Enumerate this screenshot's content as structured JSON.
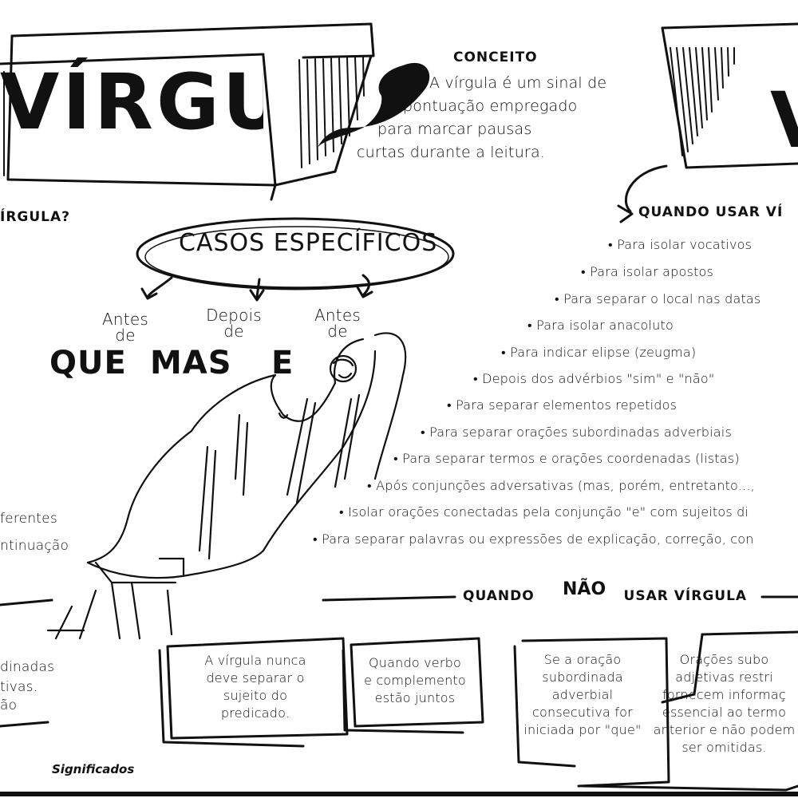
{
  "title": {
    "main": "VÍRGULA",
    "right_fragment": "V"
  },
  "concept": {
    "heading": "CONCEITO",
    "lines": [
      "A vírgula é um sinal de",
      "pontuação empregado",
      "para marcar pausas",
      "curtas durante a leitura."
    ]
  },
  "left_question_fragment": "ÍRGULA?",
  "usage": {
    "heading": "QUANDO USAR VÍ",
    "rules": [
      "• Para isolar vocativos",
      "• Para isolar apostos",
      "• Para separar o local nas datas",
      "• Para isolar anacoluto",
      "• Para indicar elipse (zeugma)",
      "• Depois dos advérbios \"sim\" e \"não\"",
      "• Para separar elementos repetidos",
      "• Para separar orações subordinadas adverbiais",
      "• Para separar termos e orações coordenadas (listas)",
      "• Após conjunções adversativas (mas, porém, entretanto...,",
      "• Isolar orações conectadas pela conjunção \"e\" com sujeitos di",
      "• Para separar palavras ou expressões de explicação, correção, con"
    ]
  },
  "specific_cases": {
    "heading": "CASOS ESPECÍFICOS",
    "items": [
      {
        "prefix_line1": "Antes",
        "prefix_line2": "de",
        "word": "QUE"
      },
      {
        "prefix_line1": "Depois",
        "prefix_line2": "de",
        "word": "MAS"
      },
      {
        "prefix_line1": "Antes",
        "prefix_line2": "de",
        "word": "E"
      }
    ]
  },
  "left_fragments": [
    "ferentes",
    "ntinuação",
    "dinadas",
    "tivas.",
    "ão"
  ],
  "not_usage": {
    "heading_prefix": "QUANDO",
    "heading_word": "NÃO",
    "heading_suffix": "USAR VÍRGULA",
    "boxes": [
      {
        "lines": [
          "A vírgula nunca",
          "deve separar o",
          "sujeito do",
          "predicado."
        ]
      },
      {
        "lines": [
          "Quando verbo",
          "e complemento",
          "estão juntos"
        ]
      },
      {
        "lines": [
          "Se a oração",
          "subordinada",
          "adverbial",
          "consecutiva for",
          "iniciada por \"que\""
        ]
      },
      {
        "lines": [
          "Orações subo",
          "adjetivas restri",
          "fornecem informaç",
          "essencial ao termo",
          "anterior e não podem",
          "ser omitidas."
        ]
      }
    ]
  },
  "footer": {
    "brand": "Significados"
  },
  "colors": {
    "ink": "#111111",
    "paper": "#ffffff"
  },
  "icons": [
    "comma-icon",
    "curved-arrow-icon",
    "down-arrow-icon",
    "pointing-figure-illustration"
  ]
}
